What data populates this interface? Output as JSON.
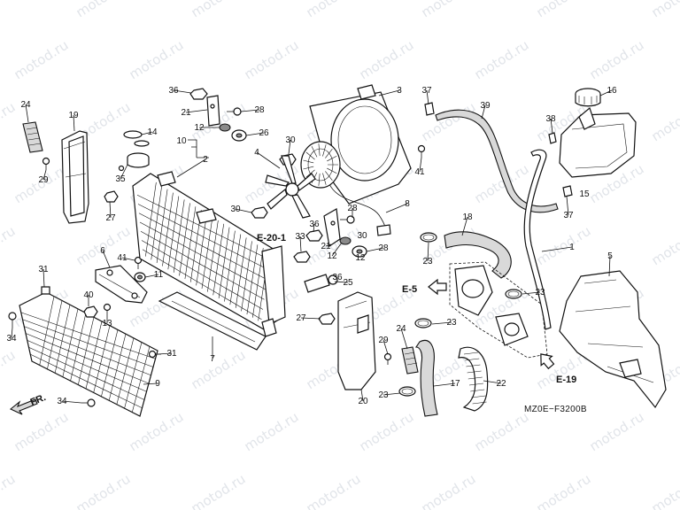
{
  "watermark": "motod.ru",
  "diagram_code": "MZ0E−F3200B",
  "front_label": "FR.",
  "refs": {
    "e20": "E-20-1",
    "e5": "E-5",
    "e19": "E-19"
  },
  "callouts": [
    "1",
    "2",
    "3",
    "5",
    "6",
    "7",
    "8",
    "9",
    "10",
    "11",
    "12",
    "12",
    "13",
    "14",
    "15",
    "16",
    "17",
    "18",
    "19",
    "20",
    "21",
    "21",
    "22",
    "23",
    "23",
    "23",
    "23",
    "24",
    "24",
    "25",
    "26",
    "27",
    "27",
    "28",
    "28",
    "28",
    "29",
    "29",
    "30",
    "30",
    "31",
    "31",
    "33",
    "34",
    "34",
    "35",
    "36",
    "36",
    "37",
    "37",
    "38",
    "39",
    "40",
    "41",
    "41",
    "4"
  ]
}
